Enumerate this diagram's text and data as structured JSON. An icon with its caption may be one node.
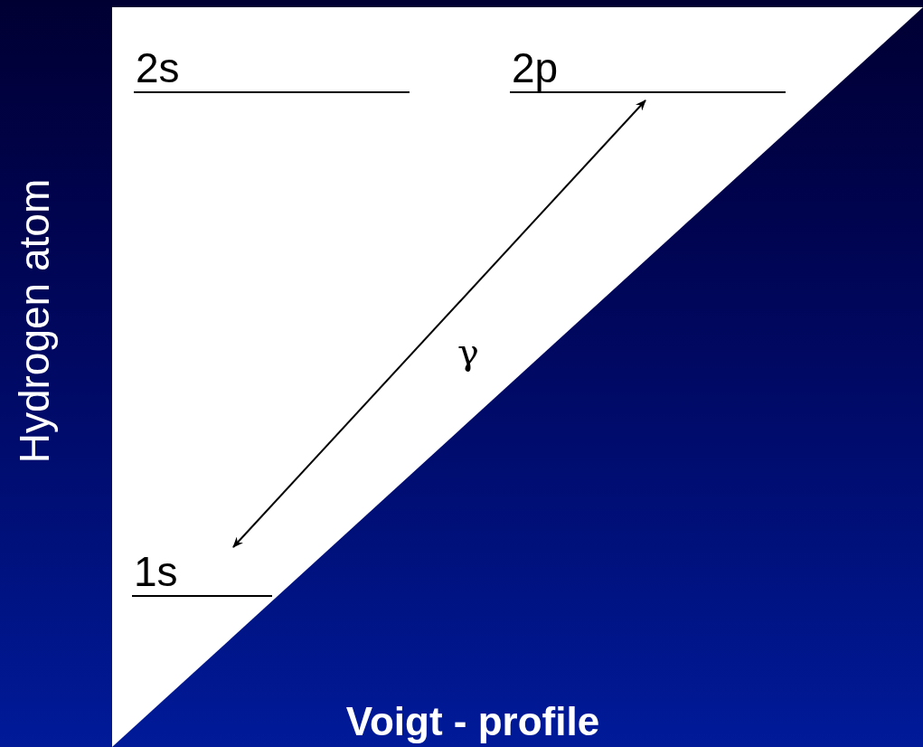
{
  "diagram": {
    "title": "Voigt - profile",
    "nodes": [
      {
        "text": [
          "2s"
        ]
      },
      {
        "text": [
          "2p"
        ]
      },
      {
        "text": [
          "1s"
        ]
      }
    ],
    "edges": [
      {
        "from": 2,
        "to": 1,
        "arrow": "both",
        "label": "γ"
      }
    ],
    "labels": [
      "Hydrogen atom"
    ]
  }
}
